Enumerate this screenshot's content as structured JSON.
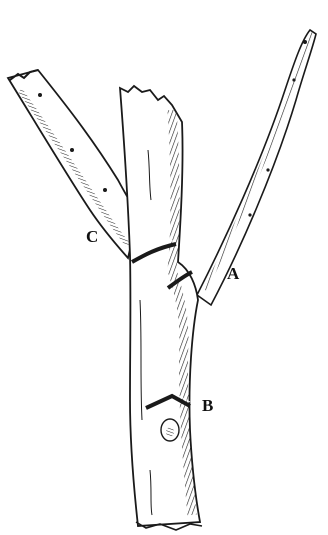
{
  "labels": {
    "a": "A",
    "b": "B",
    "c": "C"
  },
  "colors": {
    "ink": "#1a1a1a",
    "paper": "#ffffff"
  }
}
